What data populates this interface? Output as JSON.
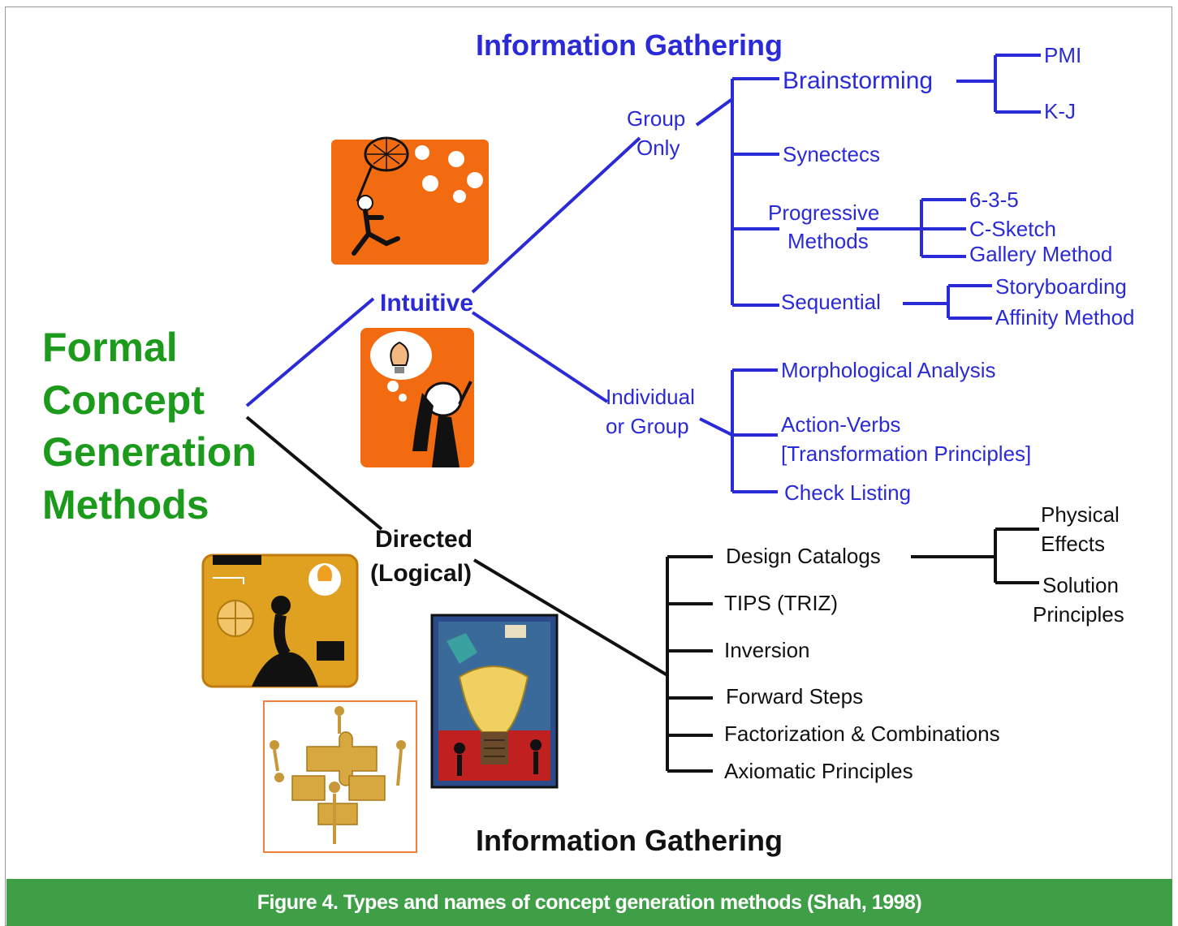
{
  "colors": {
    "intuitive_branch": "#2a2ad6",
    "directed_branch": "#111111",
    "title_green": "#1c9a1c",
    "caption_bar": "#3f9f46",
    "illustration_orange": "#f26b10"
  },
  "diagram": {
    "top_heading": "Information Gathering",
    "bottom_heading": "Information Gathering",
    "root_title": [
      "Formal",
      "Concept",
      "Generation",
      "Methods"
    ],
    "intuitive": {
      "label": "Intuitive",
      "group_only": {
        "label": [
          "Group",
          "Only"
        ],
        "brainstorming": {
          "label": "Brainstorming",
          "children": [
            "PMI",
            "K-J"
          ]
        },
        "synectecs": "Synectecs",
        "progressive": {
          "label": [
            "Progressive",
            "Methods"
          ],
          "children": [
            "6-3-5",
            "C-Sketch",
            "Gallery Method"
          ]
        },
        "sequential": {
          "label": "Sequential",
          "children": [
            "Storyboarding",
            "Affinity Method"
          ]
        }
      },
      "individual": {
        "label": [
          "Individual",
          "or Group"
        ],
        "items": [
          "Morphological Analysis",
          "Action-Verbs",
          "[Transformation Principles]",
          "Check Listing"
        ]
      }
    },
    "directed": {
      "label": [
        "Directed",
        "(Logical)"
      ],
      "design_catalogs": {
        "label": "Design Catalogs",
        "children": [
          [
            "Physical",
            "Effects"
          ],
          [
            "Solution",
            "Principles"
          ]
        ]
      },
      "items": [
        "TIPS (TRIZ)",
        "Inversion",
        "Forward Steps",
        "Factorization & Combinations",
        "Axiomatic Principles"
      ]
    }
  },
  "illustrations": [
    "butterfly-net-idea-icon",
    "thinking-lightbulb-icon",
    "businessman-idea-icon",
    "puzzle-people-icon",
    "lightbulb-painting-icon"
  ],
  "caption": "Figure 4. Types and names of concept generation methods (Shah, 1998)"
}
